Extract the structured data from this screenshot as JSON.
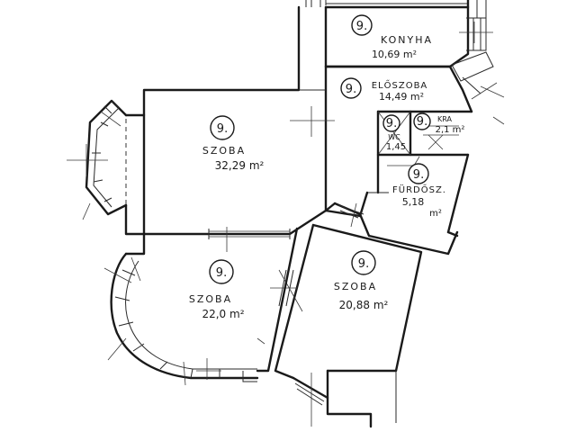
{
  "rooms": {
    "kitchen": {
      "badge": "9.",
      "name": "KONYHA",
      "area": "10,69 m²"
    },
    "hall": {
      "badge": "9.",
      "name": "ELŐSZOBA",
      "area": "14,49 m²"
    },
    "pantry": {
      "badge": "9.",
      "name": "KRA",
      "area": "2,1 m²"
    },
    "wc": {
      "badge": "9.",
      "name": "WC",
      "area": "1,45"
    },
    "bathroom": {
      "badge": "9.",
      "name": "FÜRDŐSZ.",
      "area": "5,18",
      "unit": "m²"
    },
    "room_main": {
      "badge": "9.",
      "name": "SZOBA",
      "area": "32,29 m²"
    },
    "room_left": {
      "badge": "9.",
      "name": "SZOBA",
      "area": "22,0 m²"
    },
    "room_right": {
      "badge": "9.",
      "name": "SZOBA",
      "area": "20,88 m²"
    }
  }
}
